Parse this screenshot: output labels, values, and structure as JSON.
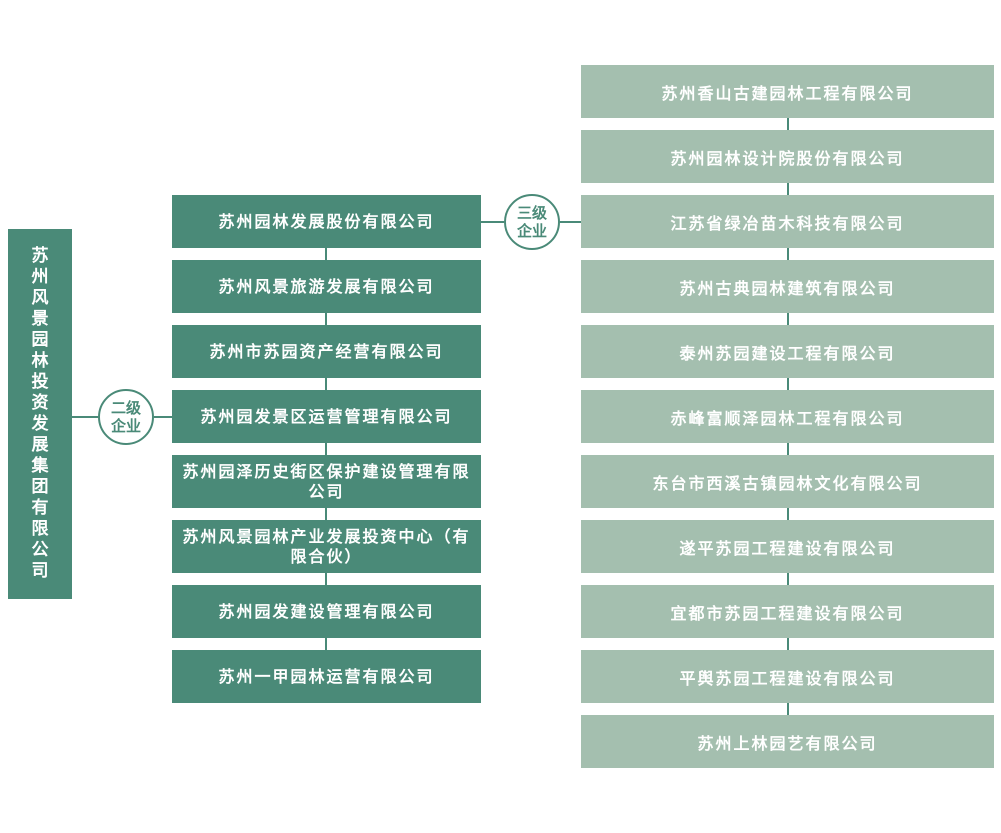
{
  "root": {
    "name": "苏州风景园林投资发展集团有限公司"
  },
  "badges": {
    "level2": "二级企业",
    "level3": "三级企业"
  },
  "level2": [
    "苏州园林发展股份有限公司",
    "苏州风景旅游发展有限公司",
    "苏州市苏园资产经营有限公司",
    "苏州园发景区运营管理有限公司",
    "苏州园泽历史街区保护建设管理有限公司",
    "苏州风景园林产业发展投资中心（有限合伙）",
    "苏州园发建设管理有限公司",
    "苏州一甲园林运营有限公司"
  ],
  "level3": [
    "苏州香山古建园林工程有限公司",
    "苏州园林设计院股份有限公司",
    "江苏省绿冶苗木科技有限公司",
    "苏州古典园林建筑有限公司",
    "泰州苏园建设工程有限公司",
    "赤峰富顺泽园林工程有限公司",
    "东台市西溪古镇园林文化有限公司",
    "遂平苏园工程建设有限公司",
    "宜都市苏园工程建设有限公司",
    "平舆苏园工程建设有限公司",
    "苏州上林园艺有限公司"
  ],
  "colors": {
    "primary": "#4a8a78",
    "secondary": "#a4bfaf",
    "background": "#ffffff"
  }
}
